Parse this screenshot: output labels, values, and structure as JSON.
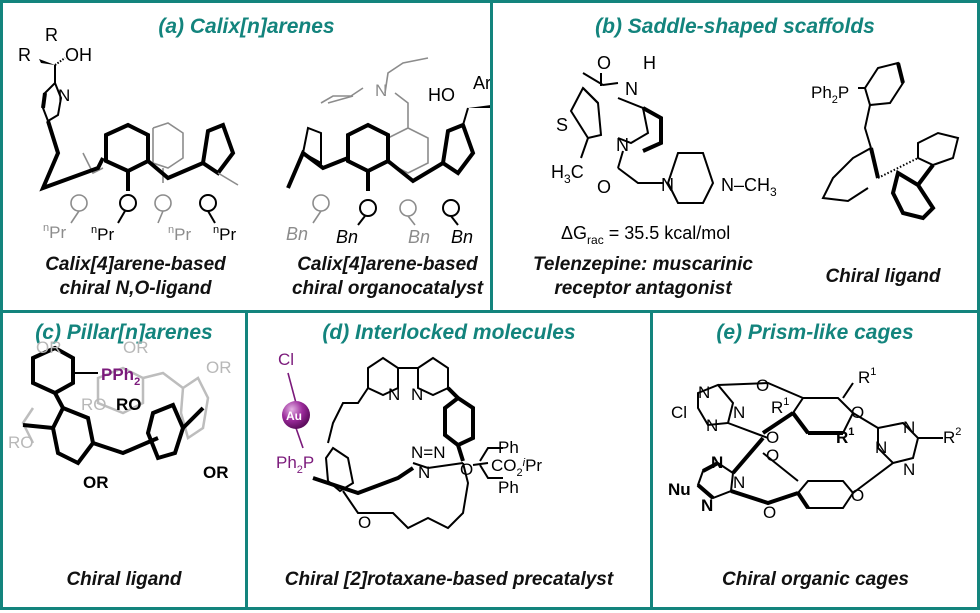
{
  "colors": {
    "accent": "#13847d",
    "phosphine": "#7b1a7b",
    "faded": "#8c8c8c"
  },
  "panels": {
    "a": {
      "title": "(a) Calix[n]arenes",
      "structures": [
        {
          "caption_line1": "Calix[4]arene-based",
          "caption_line2": "chiral N,O-ligand",
          "labels": {
            "r_top": "R",
            "r_left": "R",
            "oh": "OH",
            "n": "N",
            "o": "O",
            "npr": "Pr",
            "n_sup": "n"
          }
        },
        {
          "caption_line1": "Calix[4]arene-based",
          "caption_line2": "chiral organocatalyst",
          "labels": {
            "n": "N",
            "ho": "HO",
            "ar": "Ar",
            "o": "O",
            "bn": "Bn"
          }
        }
      ]
    },
    "b": {
      "title": "(b) Saddle-shaped scaffolds",
      "structures": [
        {
          "caption_line1": "Telenzepine: muscarinic",
          "caption_line2": "receptor antagonist",
          "labels": {
            "o": "O",
            "h": "H",
            "n": "N",
            "s": "S",
            "h3c": "H3C",
            "nch3": "N–CH3"
          },
          "energy": {
            "symbol": "ΔG",
            "subscript": "rac",
            "value": "= 35.5 kcal/mol"
          }
        },
        {
          "caption": "Chiral ligand",
          "labels": {
            "ph2p": "Ph2P"
          }
        }
      ]
    },
    "c": {
      "title": "(c) Pillar[n]arenes",
      "caption": "Chiral ligand",
      "labels": {
        "or": "OR",
        "ro": "RO",
        "pph2": "PPh2"
      }
    },
    "d": {
      "title": "(d) Interlocked molecules",
      "caption": "Chiral [2]rotaxane-based precatalyst",
      "labels": {
        "cl": "Cl",
        "au": "Au",
        "ph2p": "Ph2P",
        "n": "N",
        "o": "O",
        "ph": "Ph",
        "co2ipr": "CO2iPr"
      }
    },
    "e": {
      "title": "(e) Prism-like cages",
      "caption": "Chiral organic cages",
      "labels": {
        "cl": "Cl",
        "nu": "Nu",
        "n": "N",
        "o": "O",
        "r1": "R1",
        "r2": "R2"
      }
    }
  }
}
